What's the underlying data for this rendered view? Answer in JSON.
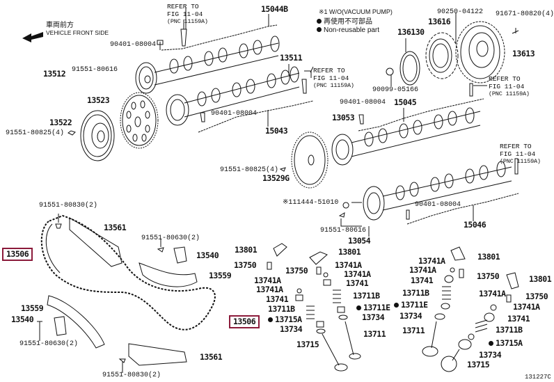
{
  "diagram": {
    "direction_label_jp": "車両前方",
    "direction_label_en": "VEHICLE FRONT SIDE",
    "legend": {
      "note1": "※1 W/O(VACUUM PUMP)",
      "non_reusable_jp": "再使用不可部品",
      "non_reusable_en": "Non-reusable part"
    },
    "figure_id": "131227C",
    "highlight_color": "#8b1a3a",
    "refer": {
      "line1": "REFER TO",
      "line2": "FIG 11-04",
      "pnc": "(PNC 11159A)"
    },
    "parts": {
      "p15044B": "15044B",
      "p90401_a": "90401-08004",
      "p13512": "13512",
      "p91551_80616_a": "91551-80616",
      "p13511": "13511",
      "p13523": "13523",
      "p13522": "13522",
      "p91551_80825_a": "91551-80825(4)",
      "p90401_b": "90401-08004",
      "p15043": "15043",
      "p90250": "90250-04122",
      "p91671": "91671-80820(4)",
      "p13616": "13616",
      "p136130": "136130",
      "p13613": "13613",
      "p90099": "90099-05166",
      "p90401_c": "90401-08004",
      "p15045": "15045",
      "p13053": "13053",
      "p91551_80825_b": "91551-80825(4)",
      "p13529G": "13529G",
      "p11444": "※111444-51010",
      "p91551_80616_b": "91551-80616",
      "p13054": "13054",
      "p90401_d": "90401-08004",
      "p15046": "15046",
      "p91551_80830_a": "91551-80830(2)",
      "p13561_a": "13561",
      "p13506_a": "13506",
      "p91551_80630_a": "91551-80630(2)",
      "p13540_a": "13540",
      "p13559_a": "13559",
      "p13559_b": "13559",
      "p13540_b": "13540",
      "p91551_80630_b": "91551-80630(2)",
      "p13506_b": "13506",
      "p13561_b": "13561",
      "p91551_80830_b": "91551-80830(2)",
      "v1_13801": "13801",
      "v1_13750": "13750",
      "v1_13741A_1": "13741A",
      "v1_13741A_2": "13741A",
      "v1_13741": "13741",
      "v1_13711B": "13711B",
      "v1_13715A": "13715A",
      "v1_13734": "13734",
      "v1_13715": "13715",
      "v2_13801": "13801",
      "v2_13750": "13750",
      "v2_13741A_1": "13741A",
      "v2_13741A_2": "13741A",
      "v2_13741": "13741",
      "v2_13711B": "13711B",
      "v2_13711E": "13711E",
      "v2_13734": "13734",
      "v2_13711": "13711",
      "v3_13801": "13801",
      "v3_13741A_1": "13741A",
      "v3_13741A_2": "13741A",
      "v3_13741": "13741",
      "v3_13750": "13750",
      "v3_13711B": "13711B",
      "v3_13711E": "13711E",
      "v3_13734": "13734",
      "v3_13711": "13711",
      "v4_13801": "13801",
      "v4_13741A_1": "13741A",
      "v4_13750": "13750",
      "v4_13741A_2": "13741A",
      "v4_13741": "13741",
      "v4_13711B": "13711B",
      "v4_13715A": "13715A",
      "v4_13734": "13734",
      "v4_13715": "13715"
    }
  }
}
